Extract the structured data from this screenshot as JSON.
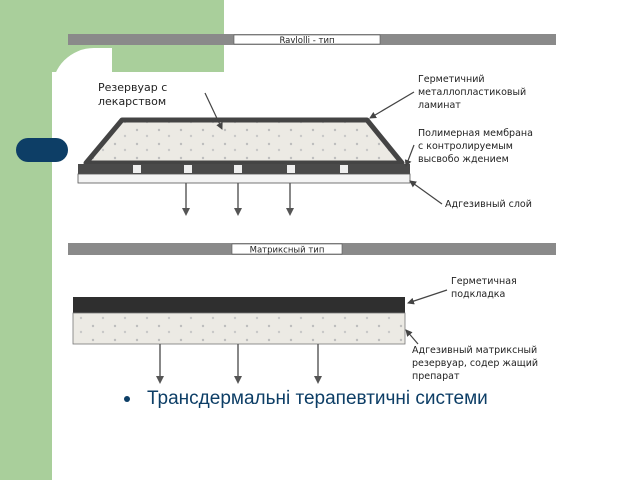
{
  "slide": {
    "caption": "Трансдермальні терапевтичні системи",
    "colors": {
      "accent_green": "#a9cf9b",
      "accent_navy": "#0d3e66"
    }
  },
  "diagram": {
    "top": {
      "header": "Ravlolli - тип",
      "reservoir_label": [
        "Резервуар с",
        "лекарством"
      ],
      "laminate_label": [
        "Герметичний",
        "металлопластиковый",
        "ламинат"
      ],
      "membrane_label": [
        "Полимерная мембрана",
        "с контролируемым",
        "высвобо ждением"
      ],
      "adhesive_label": "Адгезивный слой"
    },
    "bottom": {
      "header": "Матриксный тип",
      "backing_label": [
        "Герметичная",
        "подкладка"
      ],
      "matrix_label": [
        "Адгезивный матриксный",
        "резервуар, содер жащий",
        "препарат"
      ]
    }
  }
}
